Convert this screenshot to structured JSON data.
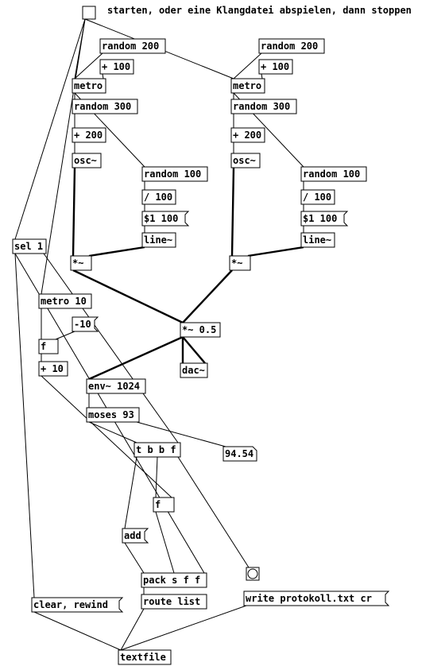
{
  "comment": "starten, oder eine Klangdatei abspielen, dann stoppen",
  "nodes": [
    {
      "id": "tgl",
      "type": "toggle"
    },
    {
      "id": "r200a",
      "type": "obj",
      "text": "random 200"
    },
    {
      "id": "p100a",
      "type": "obj",
      "text": "+ 100"
    },
    {
      "id": "metroA",
      "type": "obj",
      "text": "metro"
    },
    {
      "id": "r300a",
      "type": "obj",
      "text": "random 300"
    },
    {
      "id": "p200a",
      "type": "obj",
      "text": "+ 200"
    },
    {
      "id": "oscA",
      "type": "obj",
      "text": "osc~"
    },
    {
      "id": "r100a",
      "type": "obj",
      "text": "random 100"
    },
    {
      "id": "d100a",
      "type": "obj",
      "text": "/ 100"
    },
    {
      "id": "msgA",
      "type": "msg",
      "text": "$1 100"
    },
    {
      "id": "lineA",
      "type": "obj",
      "text": "line~"
    },
    {
      "id": "mulA",
      "type": "obj",
      "text": "*~"
    },
    {
      "id": "r200b",
      "type": "obj",
      "text": "random 200"
    },
    {
      "id": "p100b",
      "type": "obj",
      "text": "+ 100"
    },
    {
      "id": "metroB",
      "type": "obj",
      "text": "metro"
    },
    {
      "id": "r300b",
      "type": "obj",
      "text": "random 300"
    },
    {
      "id": "p200b",
      "type": "obj",
      "text": "+ 200"
    },
    {
      "id": "oscB",
      "type": "obj",
      "text": "osc~"
    },
    {
      "id": "r100b",
      "type": "obj",
      "text": "random 100"
    },
    {
      "id": "d100b",
      "type": "obj",
      "text": "/ 100"
    },
    {
      "id": "msgB",
      "type": "msg",
      "text": "$1 100"
    },
    {
      "id": "lineB",
      "type": "obj",
      "text": "line~"
    },
    {
      "id": "mulB",
      "type": "obj",
      "text": "*~"
    },
    {
      "id": "mul05",
      "type": "obj",
      "text": "*~ 0.5"
    },
    {
      "id": "dac",
      "type": "obj",
      "text": "dac~"
    },
    {
      "id": "sel1",
      "type": "obj",
      "text": "sel 1"
    },
    {
      "id": "metro10",
      "type": "obj",
      "text": "metro 10"
    },
    {
      "id": "m10",
      "type": "msg",
      "text": "-10"
    },
    {
      "id": "f1",
      "type": "obj",
      "text": "f"
    },
    {
      "id": "p10",
      "type": "obj",
      "text": "+ 10"
    },
    {
      "id": "env",
      "type": "obj",
      "text": "env~ 1024"
    },
    {
      "id": "moses",
      "type": "obj",
      "text": "moses 93"
    },
    {
      "id": "num",
      "type": "num",
      "text": "94.54"
    },
    {
      "id": "tbbf",
      "type": "obj",
      "text": "t b b f"
    },
    {
      "id": "f2",
      "type": "obj",
      "text": "f"
    },
    {
      "id": "add",
      "type": "msg",
      "text": "add"
    },
    {
      "id": "bang",
      "type": "bang"
    },
    {
      "id": "pack",
      "type": "obj",
      "text": "pack s f f"
    },
    {
      "id": "write",
      "type": "msg",
      "text": "write protokoll.txt cr"
    },
    {
      "id": "clear",
      "type": "msg",
      "text": "clear, rewind"
    },
    {
      "id": "route",
      "type": "obj",
      "text": "route list"
    },
    {
      "id": "textfile",
      "type": "obj",
      "text": "textfile"
    }
  ]
}
